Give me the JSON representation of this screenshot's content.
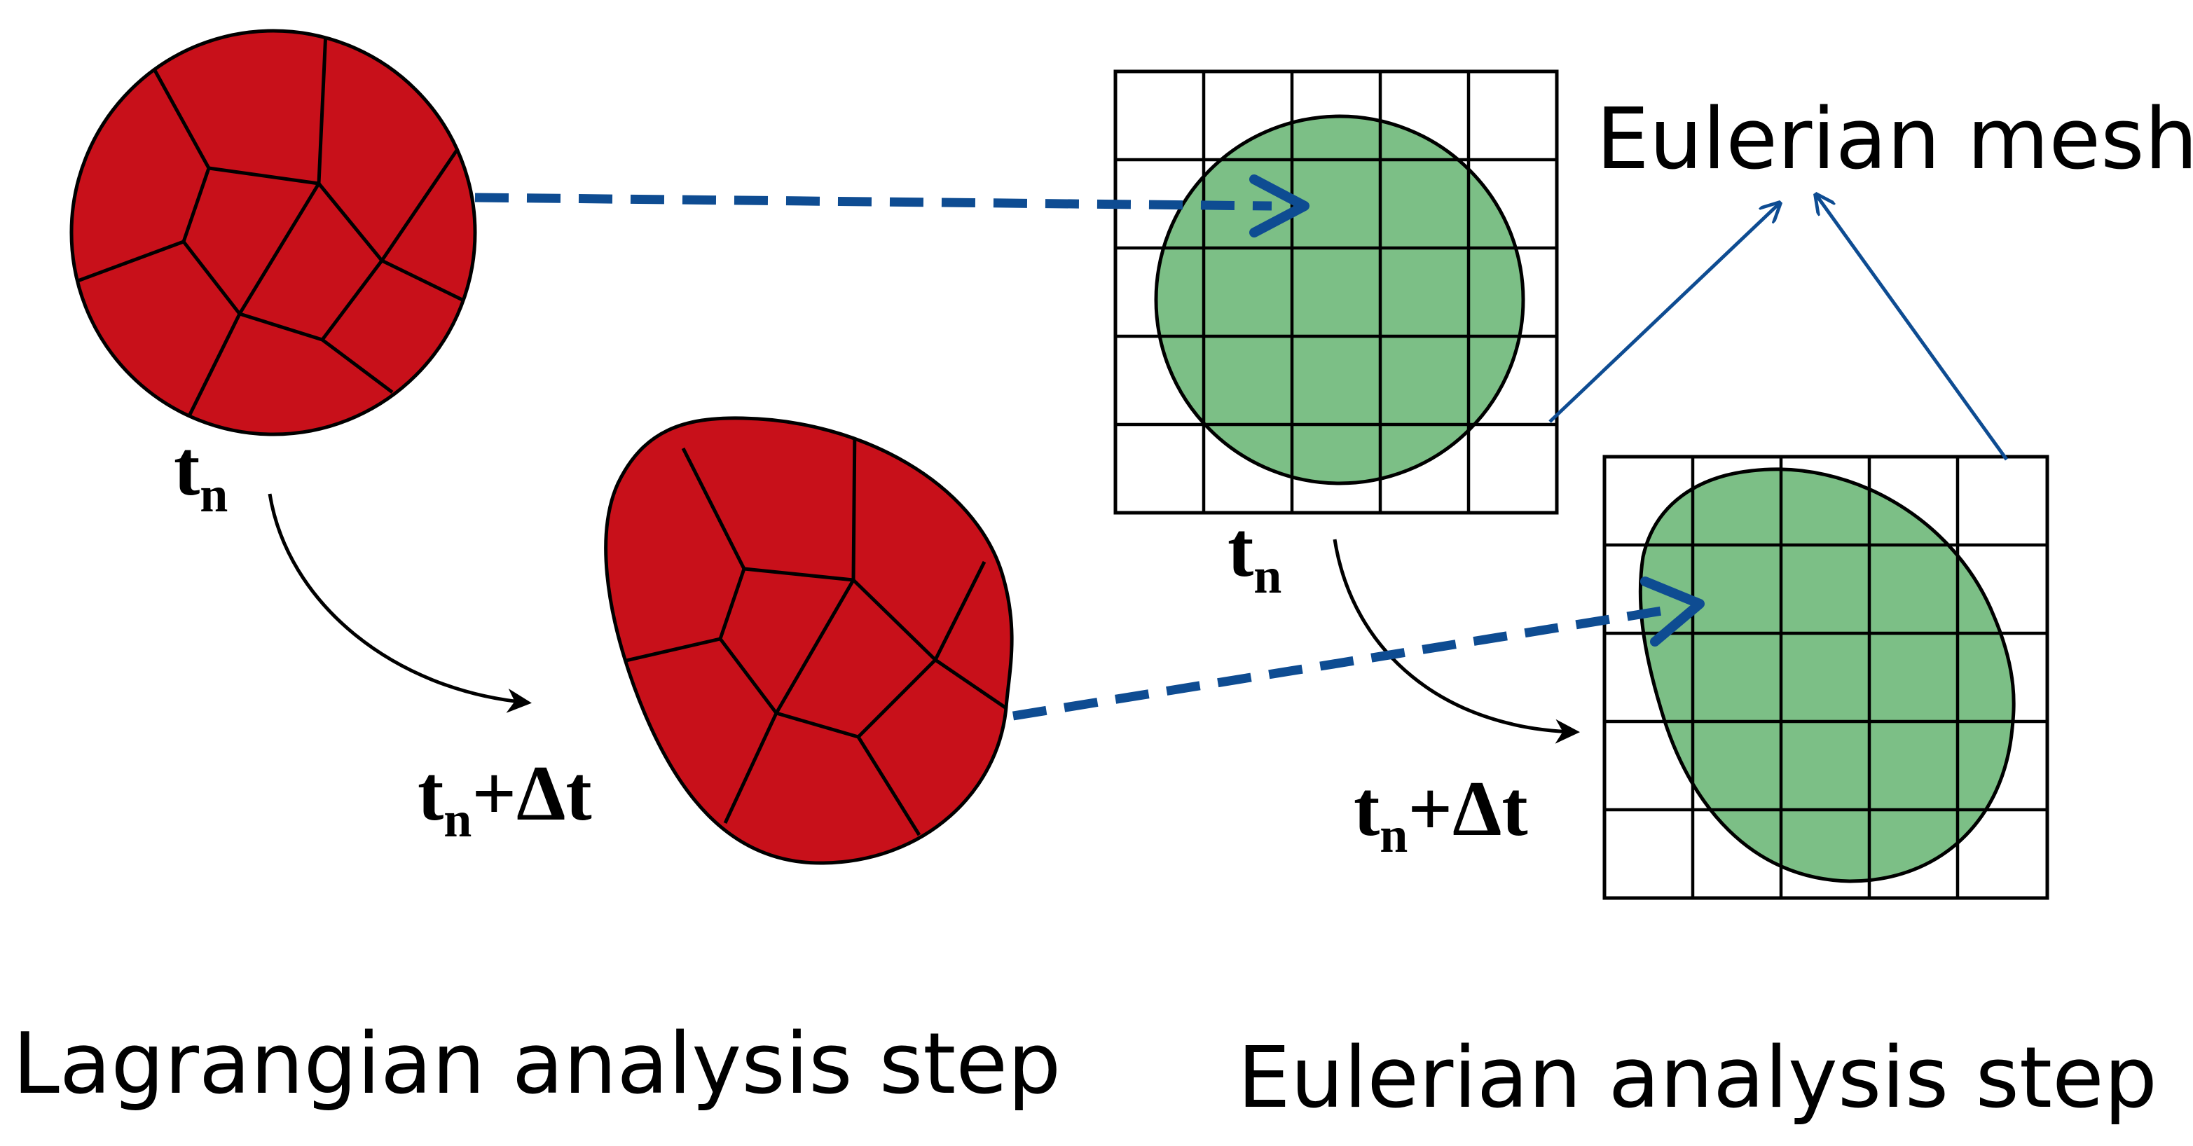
{
  "labels": {
    "time_t": "t",
    "time_sub": "n",
    "time_delta": "+Δt",
    "mesh": "Eulerian mesh",
    "lagrangian_step": "Lagrangian analysis step",
    "eulerian_step": "Eulerian analysis step"
  },
  "colors": {
    "lagrangian_fill": "#c8101a",
    "eulerian_fill": "#7cbf86",
    "arrow_blue": "#0e4c92",
    "stroke": "#000000"
  }
}
